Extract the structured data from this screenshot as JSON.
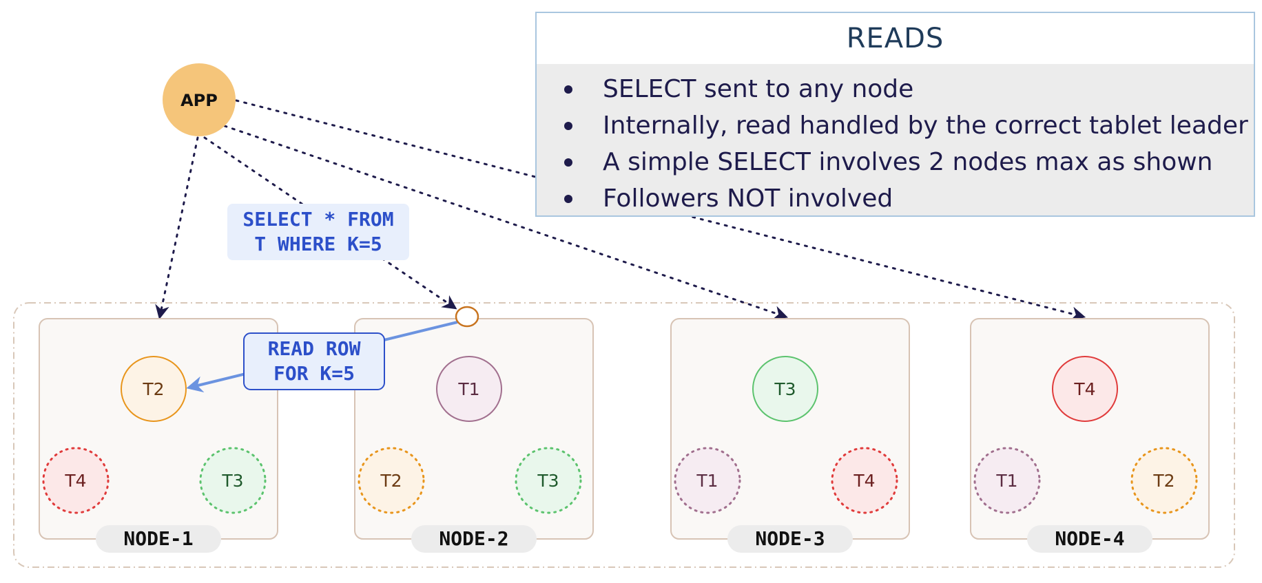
{
  "app": {
    "label": "APP",
    "color": "#f5c57a"
  },
  "reads": {
    "title": "READS",
    "bullets": [
      "SELECT sent to any node",
      "Internally, read handled by the correct tablet leader",
      "A simple SELECT involves 2 nodes max as shown",
      "Followers NOT involved"
    ]
  },
  "query_label": {
    "line1": "SELECT * FROM",
    "line2": "T WHERE K=5"
  },
  "read_row_label": {
    "line1": "READ ROW",
    "line2": "FOR K=5"
  },
  "nodes": [
    {
      "name": "NODE-1",
      "leader": "T2",
      "followers": [
        "T4",
        "T3"
      ]
    },
    {
      "name": "NODE-2",
      "leader": "T1",
      "followers": [
        "T2",
        "T3"
      ]
    },
    {
      "name": "NODE-3",
      "leader": "T3",
      "followers": [
        "T1",
        "T4"
      ]
    },
    {
      "name": "NODE-4",
      "leader": "T4",
      "followers": [
        "T1",
        "T2"
      ]
    }
  ],
  "tablet_colors": {
    "T1": {
      "stroke": "#a16f8e",
      "fill": "#f6ecf2",
      "text": "#5b2c42"
    },
    "T2": {
      "stroke": "#e8951c",
      "fill": "#fdf3e6",
      "text": "#6b3a12"
    },
    "T3": {
      "stroke": "#5cc36e",
      "fill": "#e9f7ec",
      "text": "#1f5a2c"
    },
    "T4": {
      "stroke": "#e03b3b",
      "fill": "#fce8e8",
      "text": "#6b1f1f"
    }
  }
}
